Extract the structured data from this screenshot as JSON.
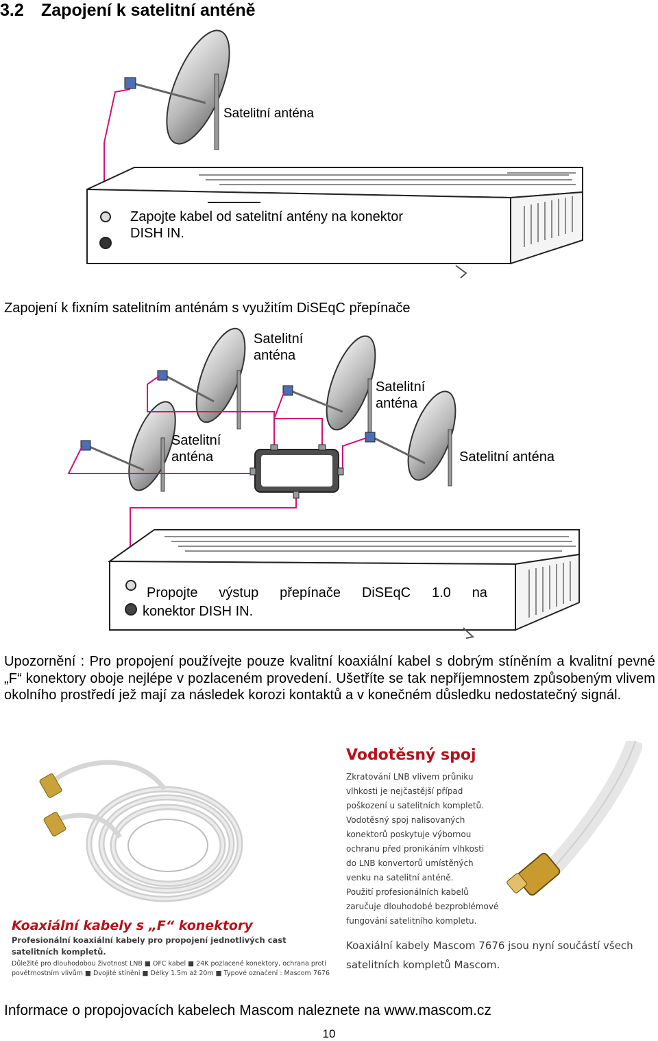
{
  "heading": {
    "number": "3.2",
    "title": "Zapojení k satelitní anténě"
  },
  "figure1": {
    "antenna_label": "Satelitní anténa",
    "note_line1": "Zapojte kabel od satelitní antény na konektor",
    "note_line2": "DISH IN."
  },
  "diseqc_heading": "Zapojení k fixním satelitním anténám s využitím DiSEqC přepínače",
  "figure2": {
    "labels": [
      {
        "line1": "Satelitní",
        "line2": "anténa"
      },
      {
        "line1": "Satelitní",
        "line2": "anténa"
      },
      {
        "line1": "Satelitní",
        "line2": "anténa"
      },
      {
        "line1": "Satelitní anténa",
        "line2": ""
      }
    ],
    "note_line1_words": [
      "Propojte",
      "výstup",
      "přepínače",
      "DiSEqC",
      "1.0",
      "na"
    ],
    "note_line2": "konektor DISH IN."
  },
  "warning_paragraph": "Upozornění : Pro propojení používejte pouze kvalitní koaxiální kabel s dobrým stíněním a kvalitní pevné „F“ konektory oboje nejlépe v pozlaceném provedení. Ušetříte se tak nepříjemnostem způsobeným vlivem okolního prostředí jež mají za následek korozi kontaktů a v konečném důsledku nedostatečný signál.",
  "ad": {
    "left_title": "Koaxiální kabely s „F“ konektory",
    "left_subtitle_1": "Profesionální koaxiální kabely pro propojení jednotlivých cast",
    "left_subtitle_2": "satelitních kompletů.",
    "left_info_1": "Důležité pro dlouhodobou životnost LNB ■ OFC kabel ■ 24K pozlacené konektory, ochrana proti",
    "left_info_2": "povětrnostním vlivům ■ Dvojité stínění ■ Délky 1.5m až 20m ■ Typové označení : Mascom 7676",
    "right_title": "Vodotěsný spoj",
    "right_lines": [
      "Zkratování LNB vlivem průniku",
      "vlhkosti je nejčastější případ",
      "poškození u satelitních kompletů.",
      "Vodotěsný spoj nalisovaných",
      "konektorů poskytuje výbornou",
      "ochranu před pronikáním vlhkosti",
      "do LNB konvertorů umístěných",
      "venku na satelitní anténě.",
      "Použití profesionálních kabelů",
      "zaručuje dlouhodobé bezproblémové",
      "fungování satelitního kompletu."
    ],
    "right_bottom_1": "Koaxiální kabely Mascom 7676 jsou nyní součástí všech",
    "right_bottom_2": "satelitních kompletů Mascom."
  },
  "footer": "Informace o propojovacích kabelech Mascom naleznete na www.mascom.cz",
  "page_number": "10",
  "colors": {
    "cable": "#d2127a",
    "lnb": "#4a6fb5",
    "ad_red": "#b6121b"
  }
}
